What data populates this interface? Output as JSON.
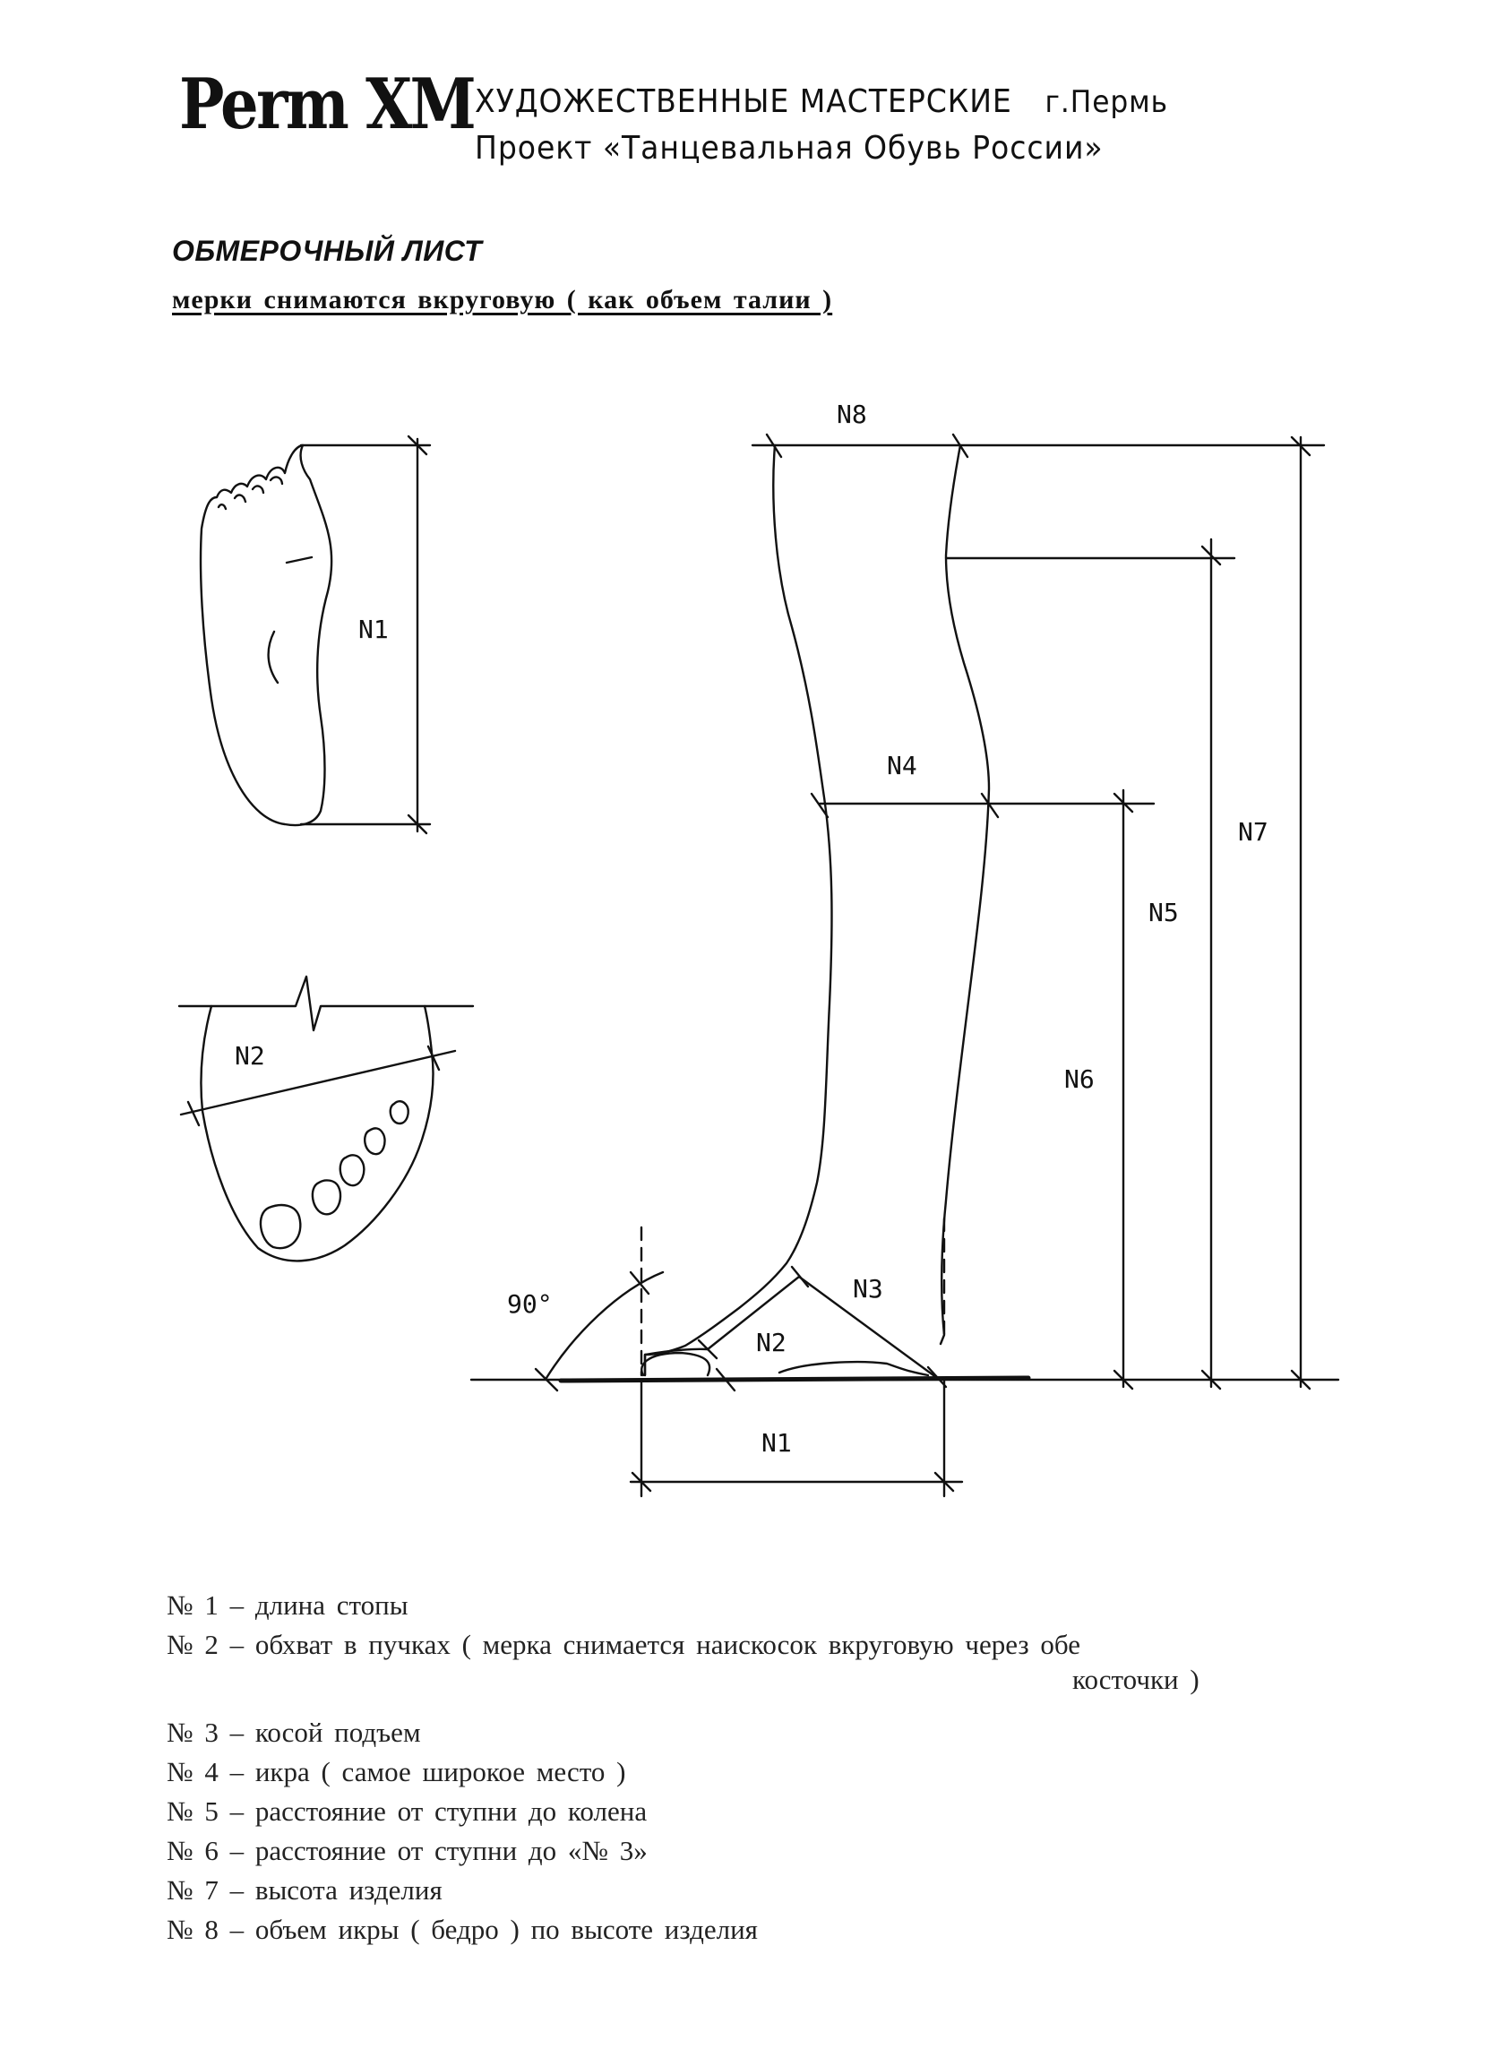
{
  "header": {
    "logo_text": "Perm XM",
    "org_name": "ХУДОЖЕСТВЕННЫЕ МАСТЕРСКИЕ",
    "city": "г.Пермь",
    "project": "Проект «Танцевальная Обувь России»"
  },
  "sheet": {
    "title": "ОБМЕРОЧНЫЙ ЛИСТ",
    "subtitle": "мерки снимаются вкруговую ( как объем талии )"
  },
  "diagram": {
    "labels": {
      "n1_top": "N1",
      "n2_top": "N2",
      "n8": "N8",
      "n4": "N4",
      "n7": "N7",
      "n5": "N5",
      "n6": "N6",
      "n3": "N3",
      "n2_side": "N2",
      "n1_bottom": "N1",
      "angle": "90°"
    }
  },
  "legend": {
    "items": [
      {
        "num": "№ 1",
        "text": "длина стопы"
      },
      {
        "num": "№ 2",
        "text": "обхват в пучках ( мерка снимается наискосок вкруговую через обе",
        "continuation": "косточки )"
      },
      {
        "num": "№ 3",
        "text": "косой подъем"
      },
      {
        "num": "№ 4",
        "text": "икра ( самое широкое место )"
      },
      {
        "num": "№ 5",
        "text": "расстояние от ступни до колена"
      },
      {
        "num": "№ 6",
        "text": "расстояние от ступни до «№ 3»"
      },
      {
        "num": "№ 7",
        "text": "высота изделия"
      },
      {
        "num": "№ 8",
        "text": "объем икры ( бедро ) по высоте изделия"
      }
    ]
  }
}
